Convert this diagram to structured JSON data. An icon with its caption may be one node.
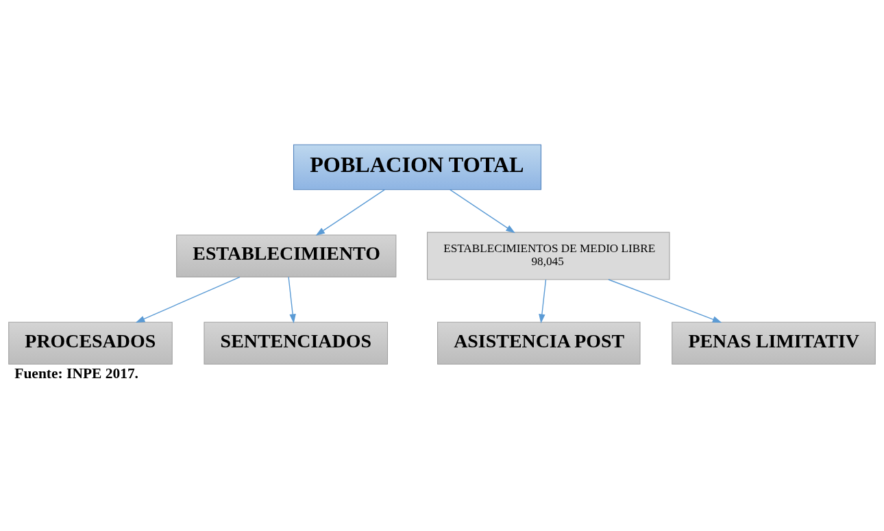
{
  "diagram": {
    "caption": "Fuente: INPE 2017.",
    "nodes": [
      {
        "text": [
          "POBLACION TOTAL"
        ]
      },
      {
        "text": [
          "ESTABLECIMIENTO"
        ]
      },
      {
        "text": [
          "ESTABLECIMIENTOS DE MEDIO LIBRE",
          "98,045"
        ]
      },
      {
        "text": [
          "PROCESADOS"
        ]
      },
      {
        "text": [
          "SENTENCIADOS"
        ]
      },
      {
        "text": [
          "ASISTENCIA POST"
        ]
      },
      {
        "text": [
          "PENAS LIMITATIV"
        ]
      }
    ],
    "edges": [
      {
        "from": 0,
        "to": 1,
        "arrow": "to"
      },
      {
        "from": 0,
        "to": 2,
        "arrow": "to"
      },
      {
        "from": 1,
        "to": 3,
        "arrow": "to"
      },
      {
        "from": 1,
        "to": 4,
        "arrow": "to"
      },
      {
        "from": 2,
        "to": 5,
        "arrow": "to"
      },
      {
        "from": 2,
        "to": 6,
        "arrow": "to"
      }
    ]
  }
}
